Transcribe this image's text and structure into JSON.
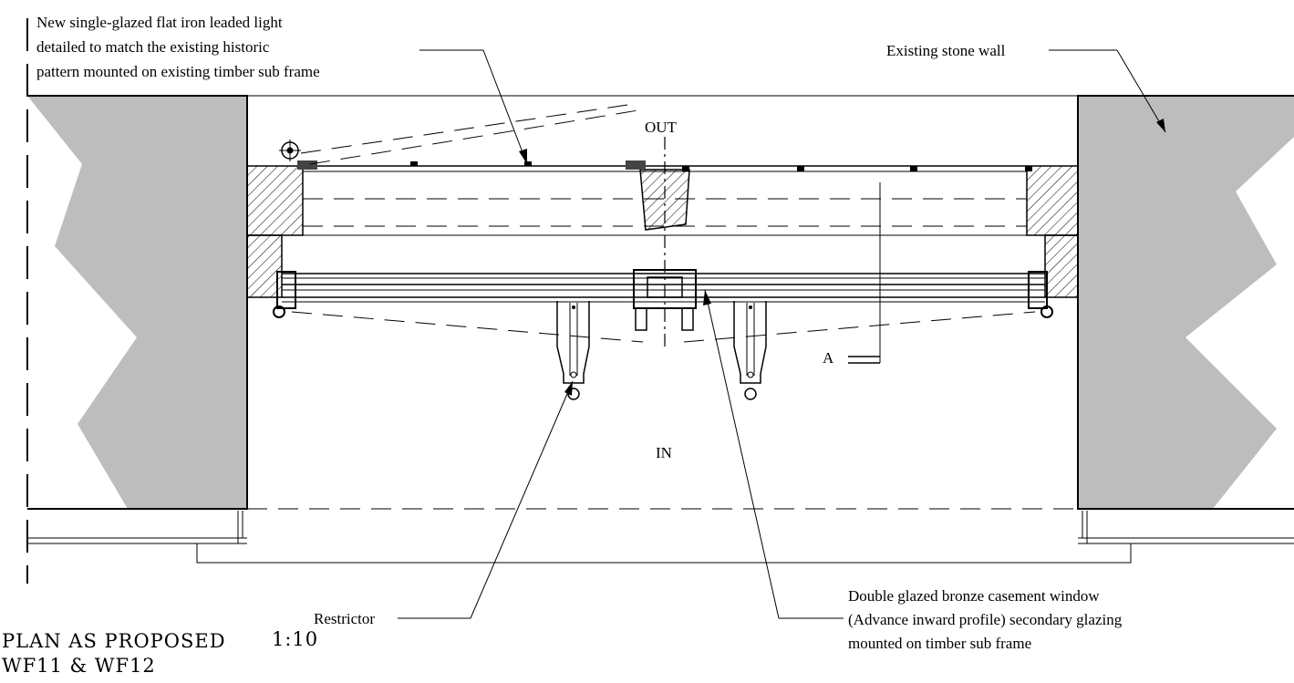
{
  "annotations": {
    "leaded_light_1": "New single-glazed flat iron leaded light",
    "leaded_light_2": "detailed to match the existing historic",
    "leaded_light_3": "pattern mounted on existing timber sub frame",
    "stone_wall": "Existing stone wall",
    "out_label": "OUT",
    "in_label": "IN",
    "section_marker": "A",
    "restrictor": "Restrictor",
    "casement_1": "Double glazed bronze casement window",
    "casement_2": "(Advance inward profile) secondary glazing",
    "casement_3": "mounted on timber sub frame"
  },
  "title_block": {
    "title": "PLAN  AS PROPOSED",
    "scale": "1:10",
    "reference": "WF11 & WF12"
  },
  "colors": {
    "stone": "#bdbdbd",
    "line": "#000000",
    "background": "#ffffff"
  }
}
